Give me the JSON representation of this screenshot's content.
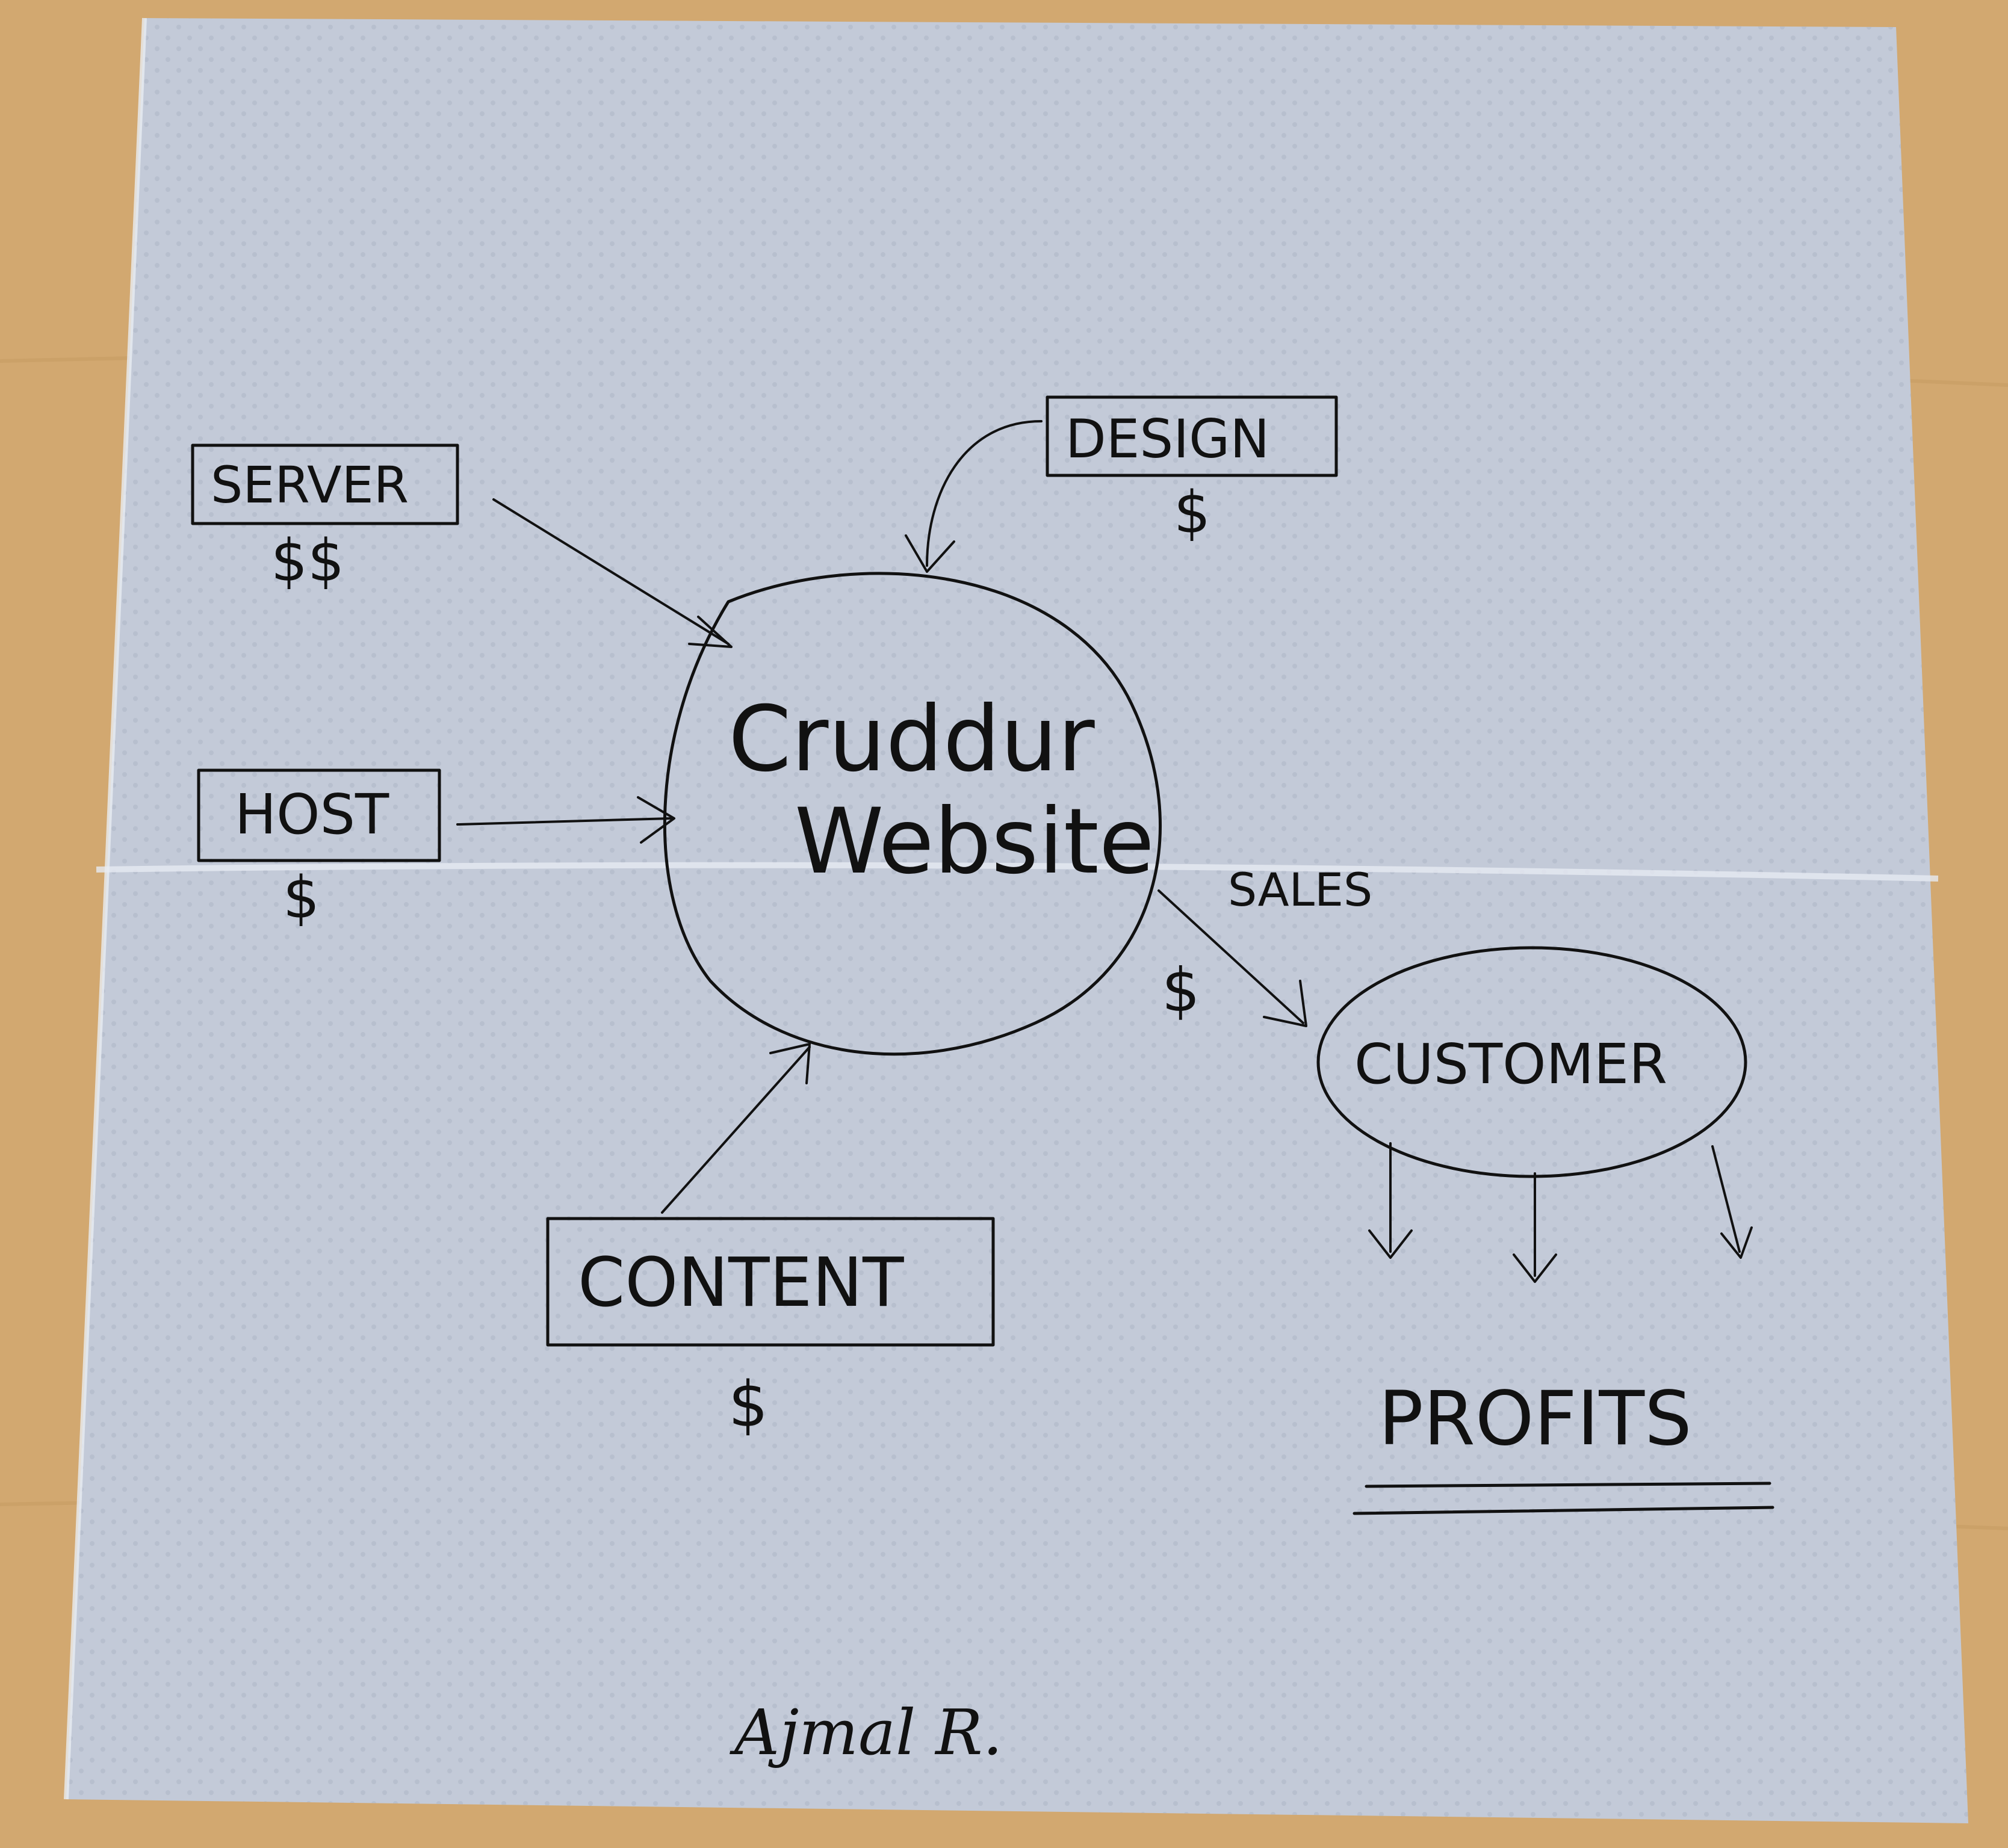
{
  "colors": {
    "napkin": "#c3cad8",
    "ink": "#111111",
    "table": "#d2a870"
  },
  "diagram": {
    "center": {
      "line1": "Cruddur",
      "line2": "Website"
    },
    "nodes": {
      "server": {
        "label": "SERVER",
        "cost": "$$"
      },
      "design": {
        "label": "DESIGN",
        "cost": "$"
      },
      "host": {
        "label": "HOST",
        "cost": "$"
      },
      "content": {
        "label": "CONTENT",
        "cost": "$"
      },
      "customer": {
        "label": "CUSTOMER"
      }
    },
    "sales": {
      "label": "SALES",
      "cost": "$"
    },
    "profits": "PROFITS",
    "signature": "Ajmal R."
  }
}
